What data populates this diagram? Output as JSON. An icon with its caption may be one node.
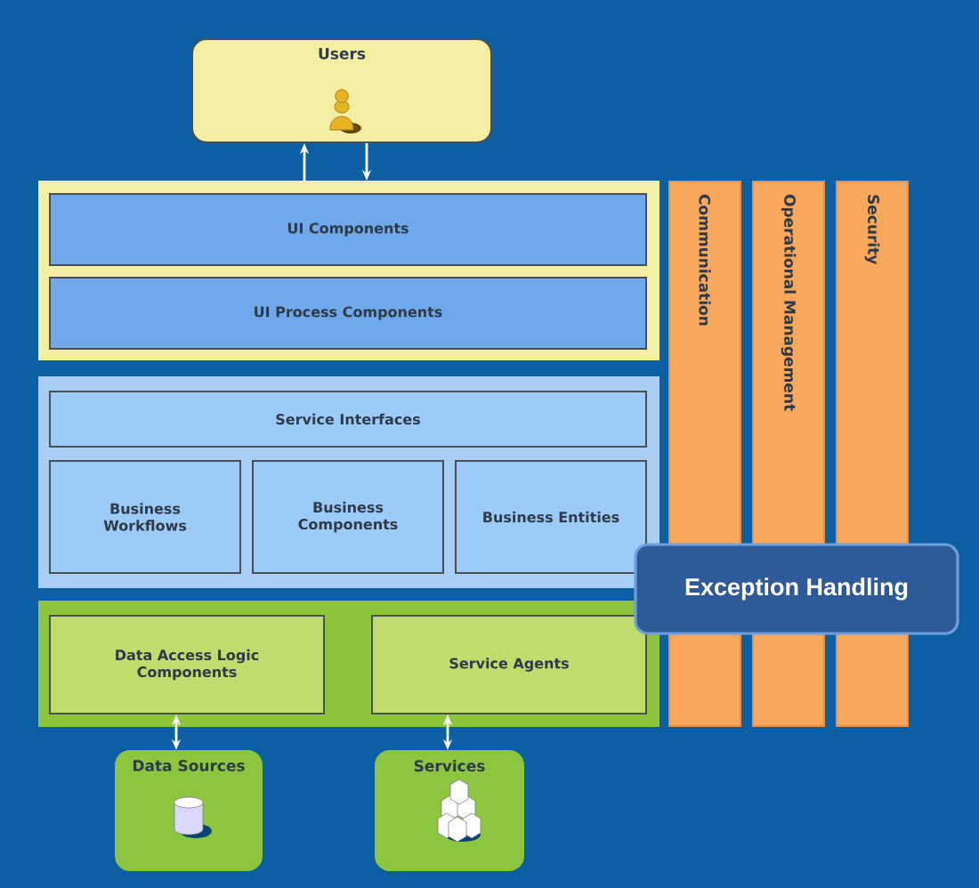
{
  "diagram": {
    "nodes": [
      {
        "text": [
          "Users"
        ]
      },
      {
        "text": [],
        "shape": "box"
      },
      {
        "text": [
          "UI Components"
        ],
        "in": 1
      },
      {
        "text": [
          "UI Process Components"
        ],
        "in": 1
      },
      {
        "text": [],
        "shape": "box"
      },
      {
        "text": [
          "Service Interfaces"
        ],
        "in": 4
      },
      {
        "text": [
          "Business Workflows"
        ],
        "in": 4
      },
      {
        "text": [
          "Business Components"
        ],
        "in": 4
      },
      {
        "text": [
          "Business Entities"
        ],
        "in": 4
      },
      {
        "text": [],
        "shape": "box"
      },
      {
        "text": [
          "Data Access Logic Components"
        ],
        "in": 9
      },
      {
        "text": [
          "Service Agents"
        ],
        "in": 9
      },
      {
        "text": [
          "Data Sources"
        ]
      },
      {
        "text": [
          "Services"
        ]
      },
      {
        "text": [
          "Communication"
        ]
      },
      {
        "text": [
          "Operational Management"
        ]
      },
      {
        "text": [
          "Security"
        ]
      },
      {
        "text": [
          "Exception Handling"
        ]
      }
    ],
    "edges": [
      {
        "from": 1,
        "to": 0,
        "arrow": "to"
      },
      {
        "from": 0,
        "to": 1,
        "arrow": "to"
      },
      {
        "from": 10,
        "to": 12,
        "arrow": "both"
      },
      {
        "from": 11,
        "to": 13,
        "arrow": "both"
      }
    ]
  }
}
